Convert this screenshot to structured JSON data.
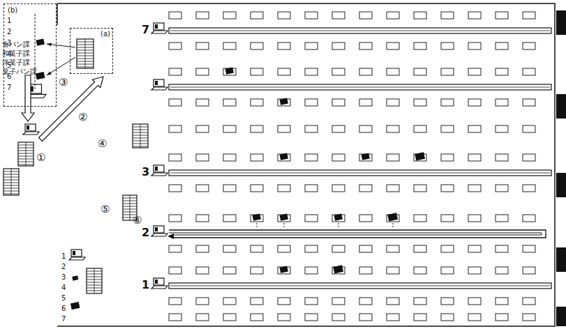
{
  "diagram": {
    "nodes": [
      {
        "text": [
          "(b)"
        ]
      },
      {
        "text": [
          "(a)"
        ]
      }
    ],
    "labels": [
      "食パン課",
      "和菓子課",
      "洋菓子課",
      "菓子パン課",
      "①",
      "②",
      "③",
      "④",
      "⑤",
      "⑥",
      "1",
      "2",
      "3",
      "4",
      "5",
      "6",
      "7",
      "7",
      "3",
      "2",
      "1",
      "1",
      "2",
      "3",
      "4",
      "5",
      "6",
      "7"
    ]
  }
}
